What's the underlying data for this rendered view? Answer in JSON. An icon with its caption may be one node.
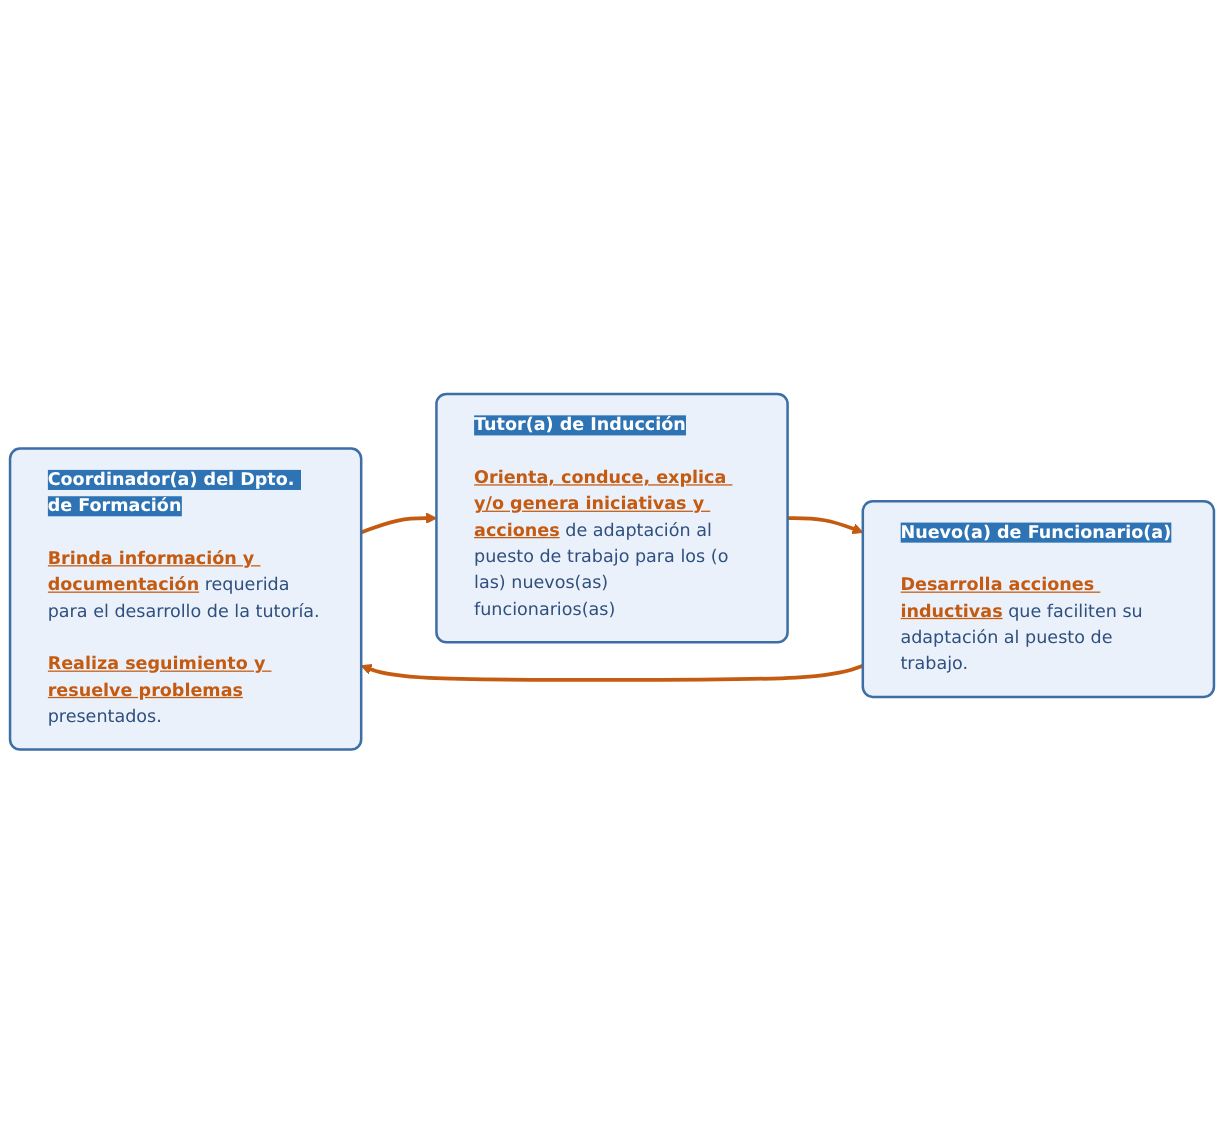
{
  "diagram": {
    "nodes": [
      {
        "text": [
          "Coordinador(a) del Dpto. de Formación",
          "**Brinda información y documentación** requerida para el desarrollo de la tutoría.",
          "**Realiza seguimiento y resuelve problemas** presentados."
        ]
      },
      {
        "text": [
          "Tutor(a) de Inducción",
          "**Orienta, conduce, explica y/o genera iniciativas y acciones** de adaptación al puesto de trabajo para los (o las) nuevos(as) funcionarios(as)"
        ]
      },
      {
        "text": [
          "Nuevo(a) de Funcionario(a)",
          "**Desarrolla acciones inductivas** que faciliten su adaptación al puesto de trabajo."
        ]
      }
    ],
    "edges": [
      {
        "from": 0,
        "to": 1,
        "arrow": "to"
      },
      {
        "from": 1,
        "to": 2,
        "arrow": "to"
      },
      {
        "from": 2,
        "to": 0,
        "arrow": "to"
      }
    ]
  }
}
